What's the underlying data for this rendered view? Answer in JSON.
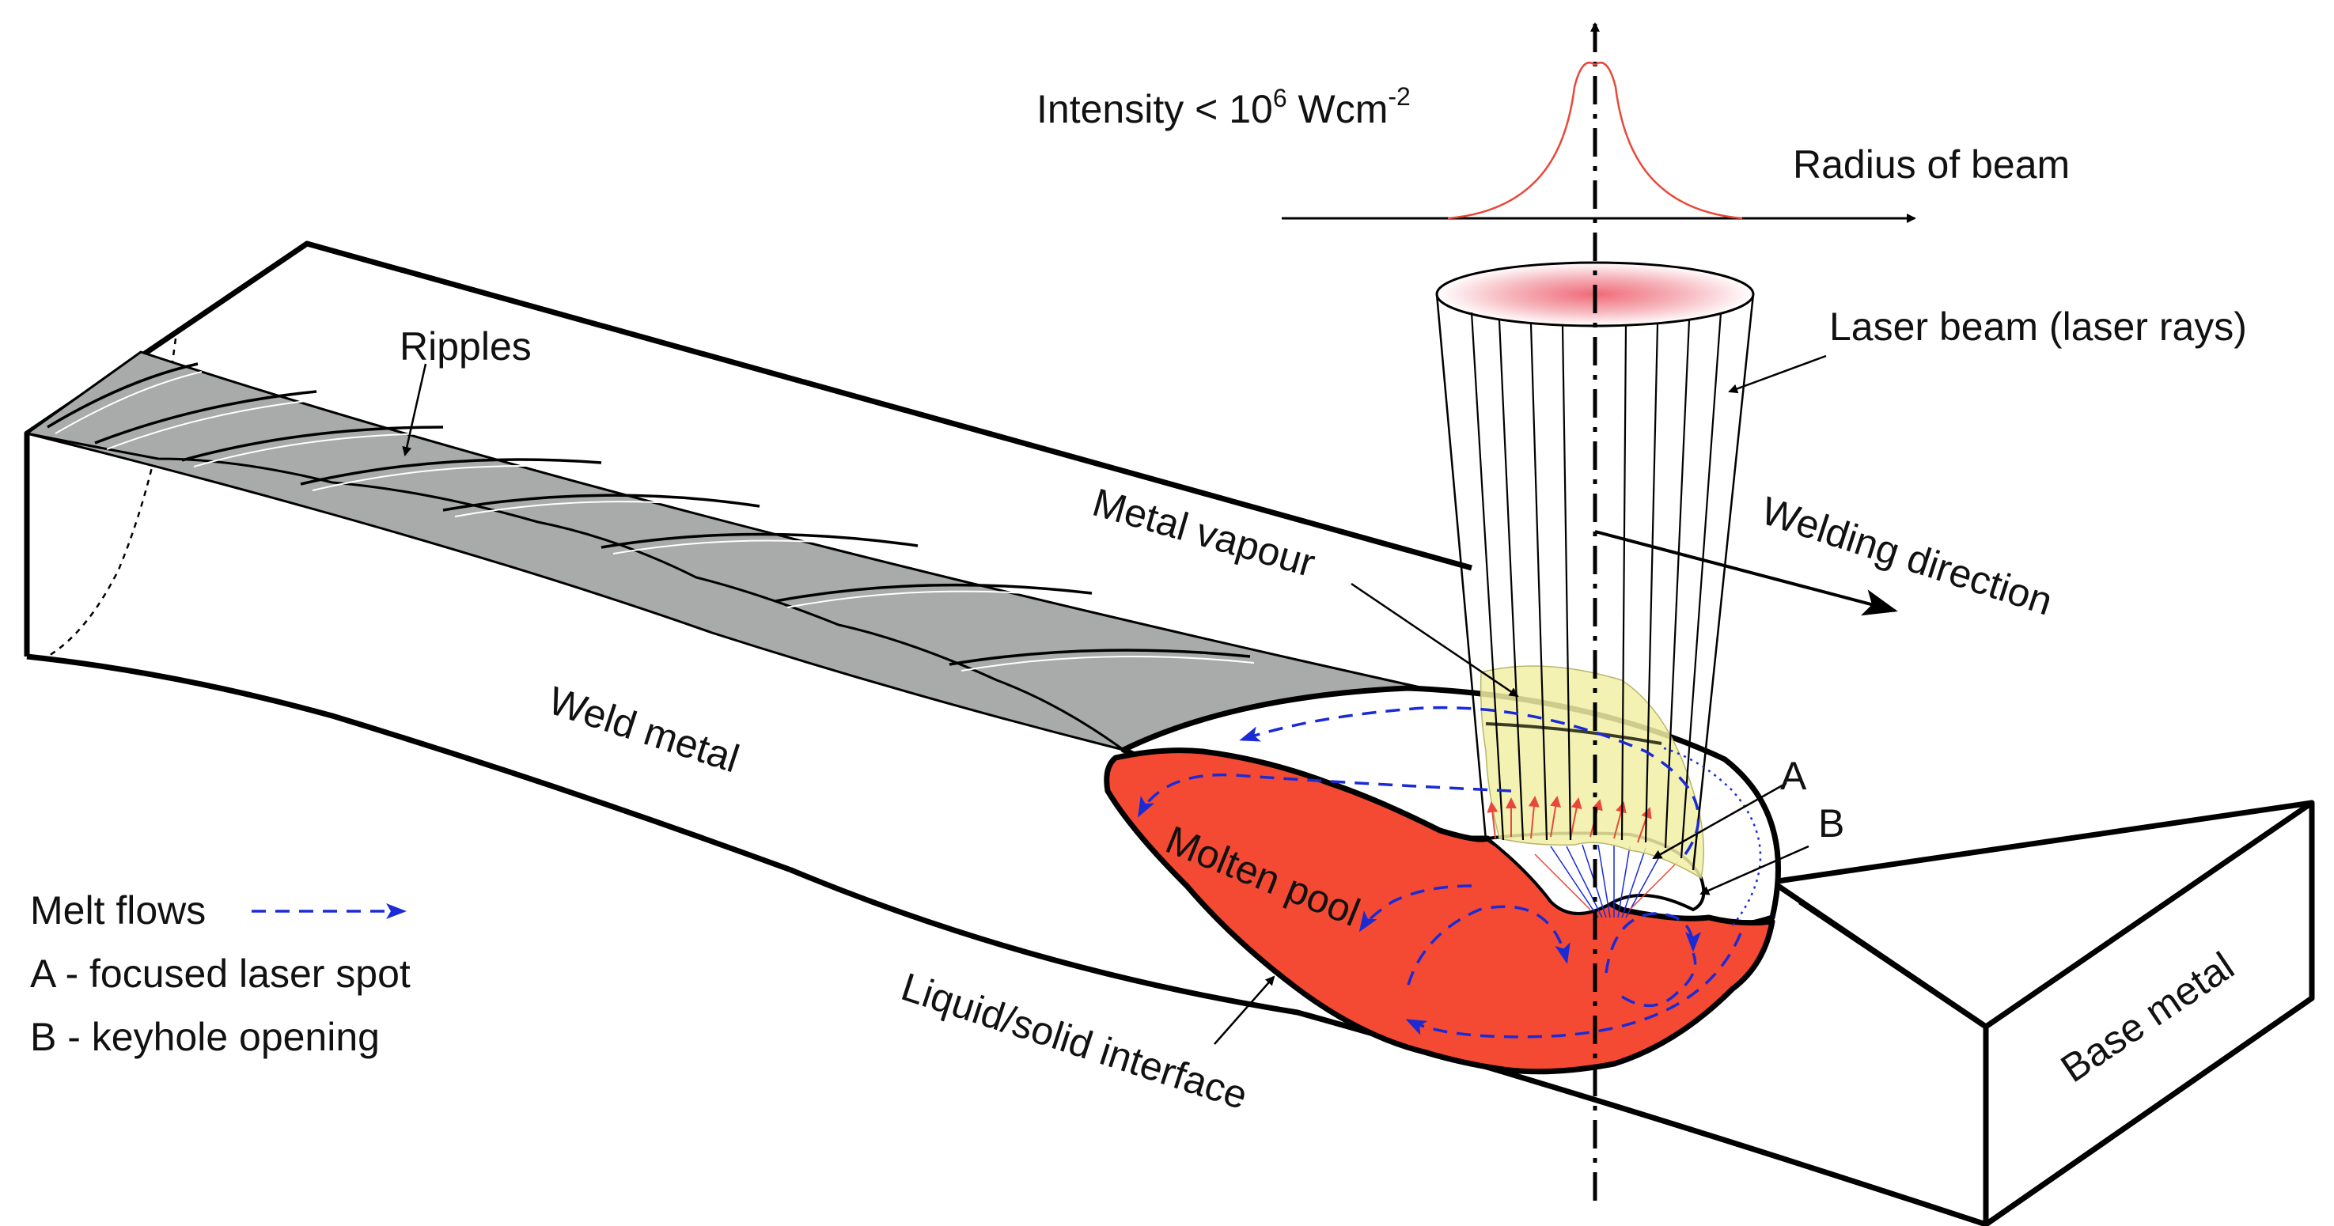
{
  "labels": {
    "intensity_text": "Intensity < 10",
    "intensity_exp": "6",
    "intensity_unit": " Wcm",
    "intensity_unit_exp": "-2",
    "radius_of_beam": "Radius of beam",
    "laser_beam": "Laser beam (laser rays)",
    "ripples": "Ripples",
    "metal_vapour": "Metal vapour",
    "welding_direction": "Welding direction",
    "weld_metal": "Weld metal",
    "point_a": "A",
    "point_b": "B",
    "molten_pool": "Molten pool",
    "liquid_solid_interface": "Liquid/solid interface",
    "base_metal": "Base metal"
  },
  "legend": {
    "melt_flows": "Melt flows",
    "a_desc": "A - focused laser spot",
    "b_desc": "B - keyhole opening"
  },
  "colors": {
    "molten_pool": "#f44a33",
    "weld_bead": "#a9abaa",
    "vapour": "#f2f0a6",
    "flow_arrows": "#1a2bd6",
    "intensity_curve": "#e8483a",
    "beam_focus": "#f2a0a6"
  }
}
